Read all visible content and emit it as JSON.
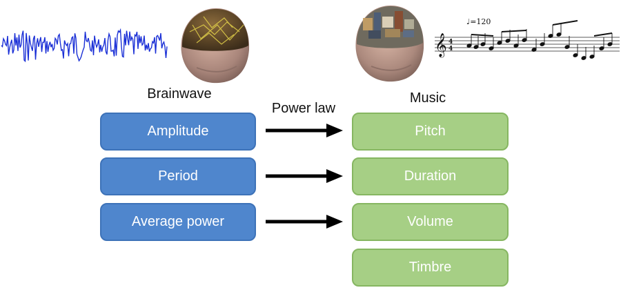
{
  "left_title": "Brainwave",
  "right_title": "Music",
  "arrow_label": "Power law",
  "tempo_marking": "♩=120",
  "left_items": [
    "Amplitude",
    "Period",
    "Average power"
  ],
  "right_items": [
    "Pitch",
    "Duration",
    "Volume",
    "Timbre"
  ],
  "colors": {
    "eeg_wave": "#1a2fd6",
    "left_box": "#4f86cd",
    "right_box": "#a6cf85",
    "arrow": "#000000"
  },
  "icons": [
    "eeg-waveform",
    "brain-head-left",
    "brain-head-right",
    "music-score"
  ]
}
